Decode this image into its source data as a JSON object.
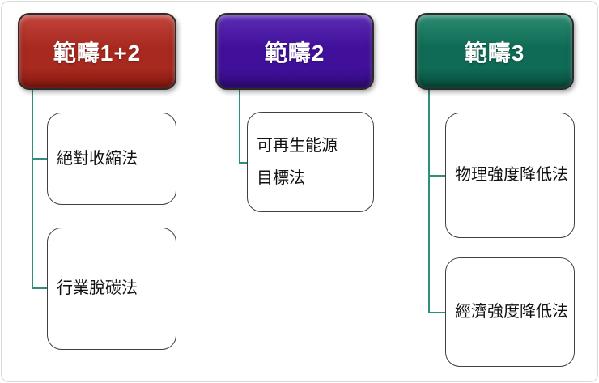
{
  "diagram": {
    "title": "scope-emissions-target-methods",
    "columns": [
      {
        "header": {
          "label": "範疇1+2"
        },
        "children": [
          {
            "label": "絕對收縮法"
          },
          {
            "label": "行業脫碳法"
          }
        ]
      },
      {
        "header": {
          "label": "範疇2"
        },
        "children": [
          {
            "label": "可再生能源\n目標法"
          }
        ]
      },
      {
        "header": {
          "label": "範疇3"
        },
        "children": [
          {
            "label": "物理強度降低法"
          },
          {
            "label": "經濟強度降低法"
          }
        ]
      }
    ],
    "colors": {
      "scope12_header": "#A8291F",
      "scope2_header": "#41109B",
      "scope3_header": "#0F6B55",
      "connector": "#2E8F7C",
      "child_box_border": "#404040",
      "child_box_fill": "#FFFFFF",
      "header_text": "#FFFFFF",
      "body_text": "#111111"
    }
  }
}
